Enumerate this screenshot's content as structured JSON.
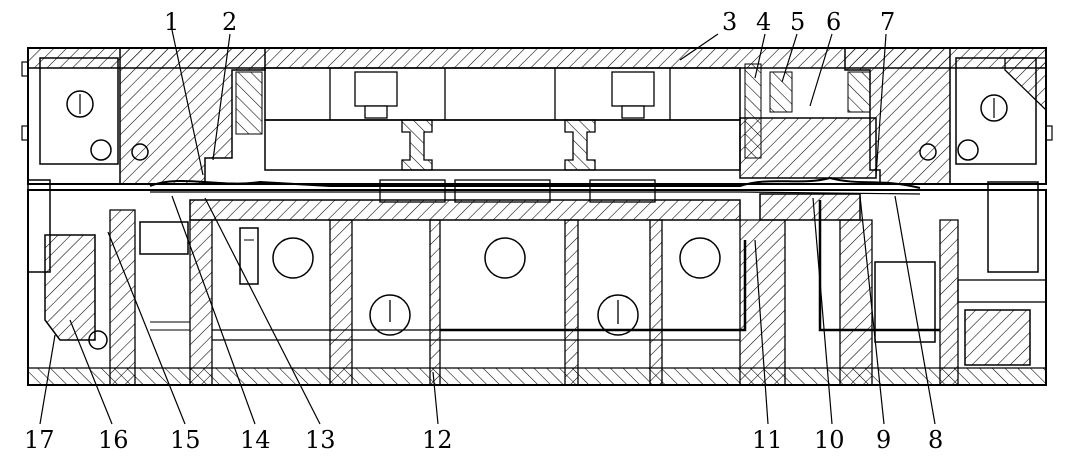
{
  "diagram": {
    "colors": {
      "ink": "#000000",
      "paper": "#ffffff"
    },
    "top_labels": [
      {
        "id": "1",
        "text": "1"
      },
      {
        "id": "2",
        "text": "2"
      },
      {
        "id": "3",
        "text": "3"
      },
      {
        "id": "4",
        "text": "4"
      },
      {
        "id": "5",
        "text": "5"
      },
      {
        "id": "6",
        "text": "6"
      },
      {
        "id": "7",
        "text": "7"
      }
    ],
    "bottom_labels": [
      {
        "id": "17",
        "text": "17"
      },
      {
        "id": "16",
        "text": "16"
      },
      {
        "id": "15",
        "text": "15"
      },
      {
        "id": "14",
        "text": "14"
      },
      {
        "id": "13",
        "text": "13"
      },
      {
        "id": "12",
        "text": "12"
      },
      {
        "id": "11",
        "text": "11"
      },
      {
        "id": "10",
        "text": "10"
      },
      {
        "id": "9",
        "text": "9"
      },
      {
        "id": "8",
        "text": "8"
      }
    ]
  }
}
